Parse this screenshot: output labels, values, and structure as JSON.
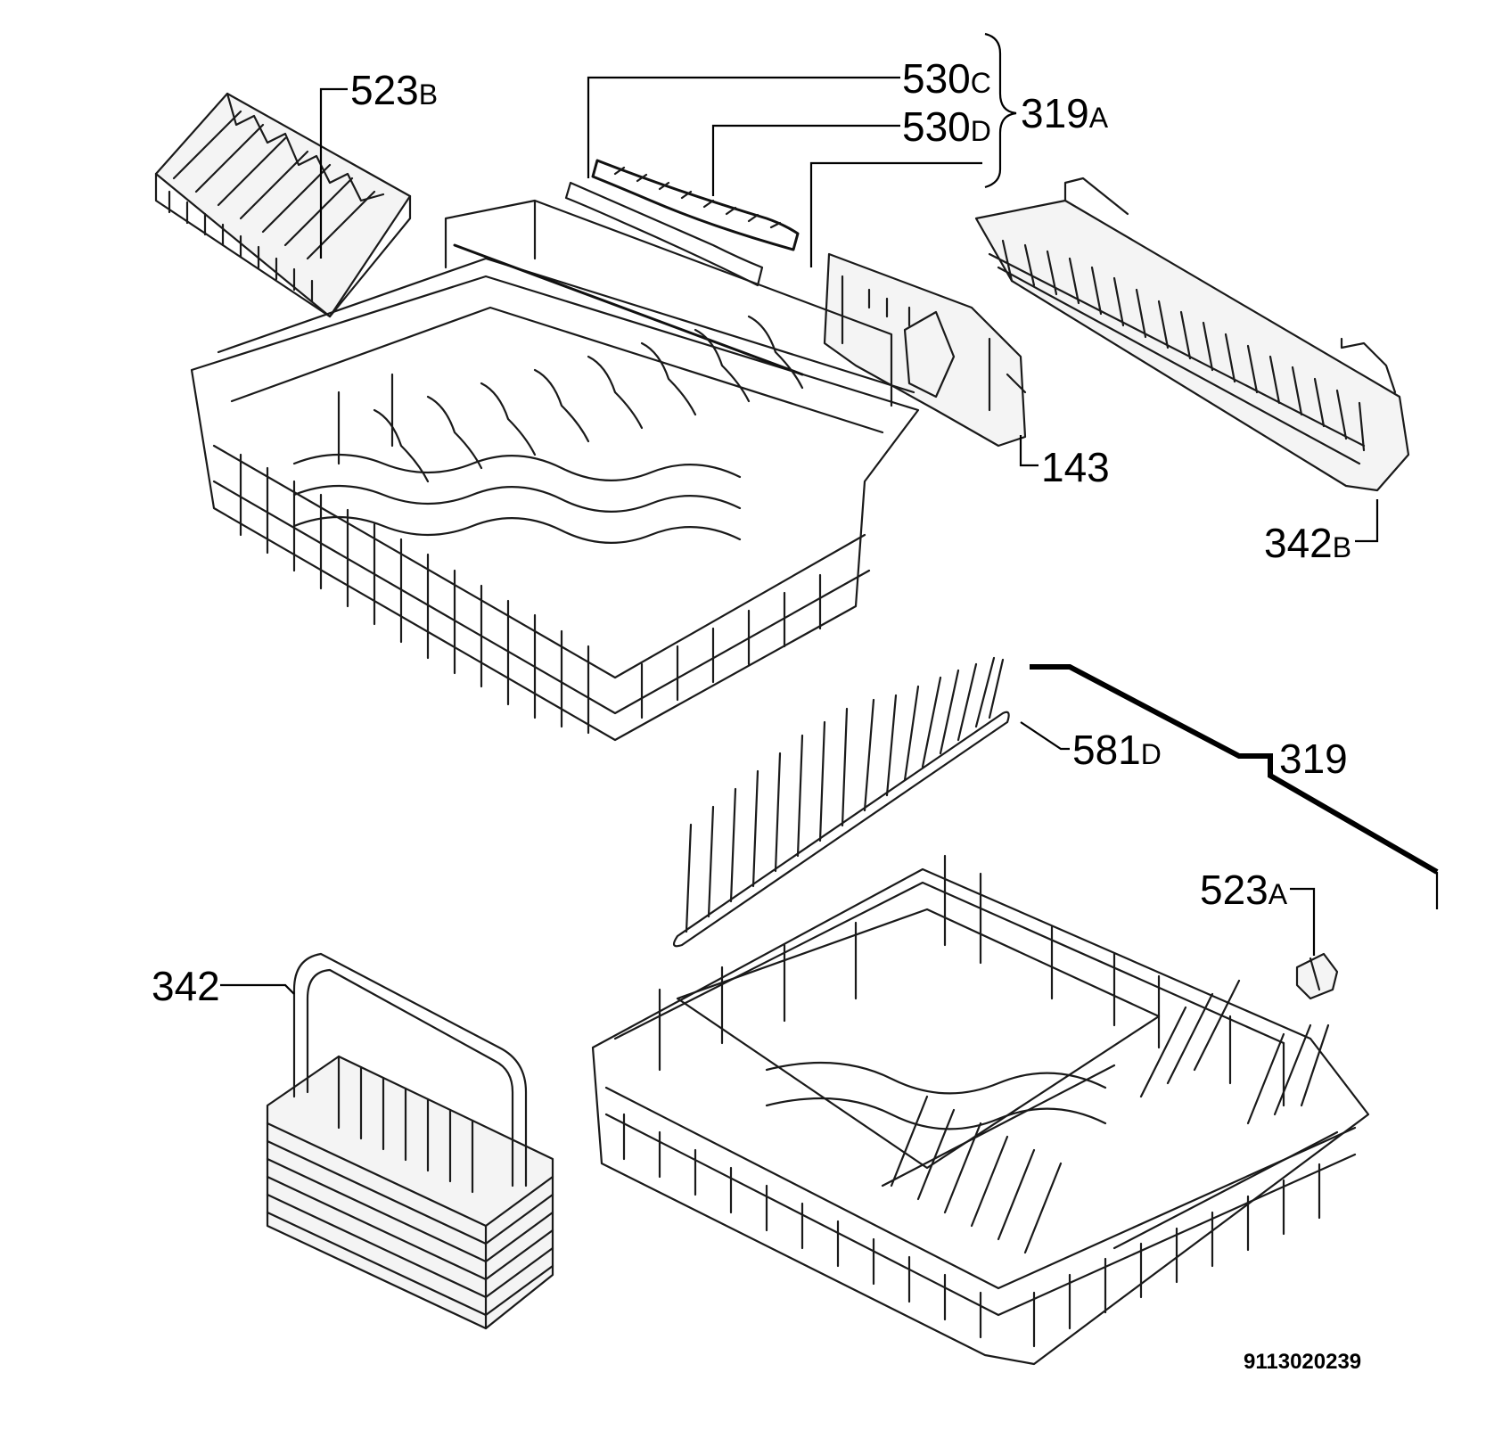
{
  "diagram": {
    "labels": [
      {
        "id": "523b",
        "num": "523",
        "suffix": "B"
      },
      {
        "id": "530c",
        "num": "530",
        "suffix": "C"
      },
      {
        "id": "530d",
        "num": "530",
        "suffix": "D"
      },
      {
        "id": "319a",
        "num": "319",
        "suffix": "A"
      },
      {
        "id": "143",
        "num": "143",
        "suffix": ""
      },
      {
        "id": "342b",
        "num": "342",
        "suffix": "B"
      },
      {
        "id": "581d",
        "num": "581",
        "suffix": "D"
      },
      {
        "id": "319",
        "num": "319",
        "suffix": ""
      },
      {
        "id": "523a",
        "num": "523",
        "suffix": "A"
      },
      {
        "id": "342",
        "num": "342",
        "suffix": ""
      }
    ],
    "document_number": "9113020239"
  }
}
